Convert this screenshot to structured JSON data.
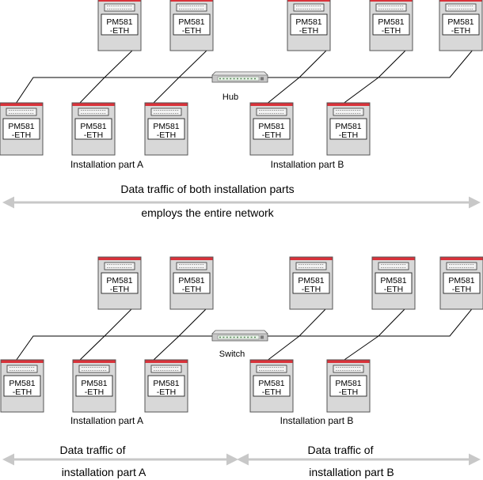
{
  "colors": {
    "plc_top_stripe": "#d9323a",
    "plc_body": "#d8d8d8",
    "plc_border": "#555555",
    "arrow": "#c8c8c8",
    "hub_body": "#c8c8c8",
    "wire": "#000000"
  },
  "plc_label_line1": "PM581",
  "plc_label_line2": "-ETH",
  "icons": {
    "plc": "plc-module-icon",
    "hub": "network-hub-icon",
    "switch": "network-switch-icon"
  },
  "hub_section": {
    "device_label": "Hub",
    "part_a_label": "Installation part A",
    "part_b_label": "Installation part B",
    "traffic_line1": "Data traffic of both installation parts",
    "traffic_line2": "employs the entire network"
  },
  "switch_section": {
    "device_label": "Switch",
    "part_a_label": "Installation part A",
    "part_b_label": "Installation part B",
    "traffic_a_line1": "Data traffic of",
    "traffic_a_line2": "installation part A",
    "traffic_b_line1": "Data traffic of",
    "traffic_b_line2": "installation part B"
  }
}
